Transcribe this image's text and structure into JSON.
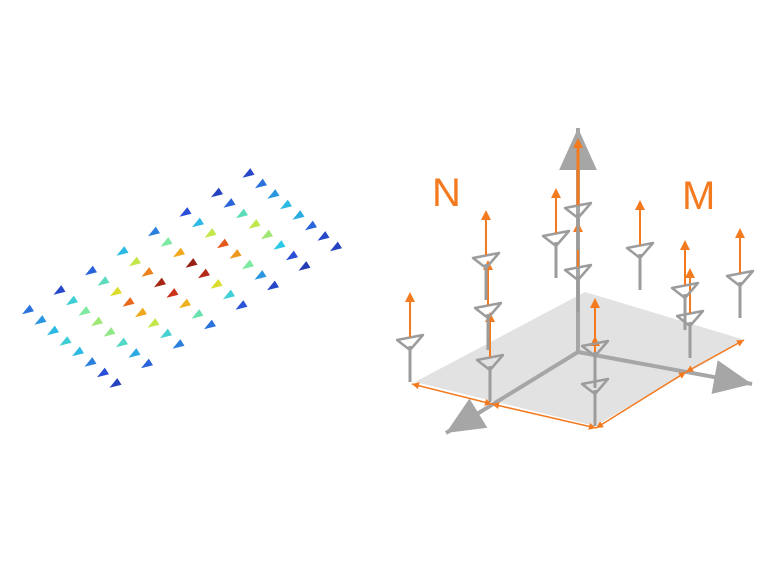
{
  "labels": {
    "n": "N",
    "m": "M"
  },
  "colors": {
    "accent": "#f47a20",
    "axis_gray": "#a6a6a6",
    "plane_fill": "#e2e2e2",
    "antenna_gray": "#9c9c9c",
    "heat_low": "#1b2a8c",
    "heat_high": "#8a1c12"
  },
  "heatmap_grid": {
    "rows": 8,
    "cols": 8,
    "intensity": [
      [
        0.2,
        0.12,
        0.18,
        0.3,
        0.22,
        0.15,
        0.1,
        0.12
      ],
      [
        0.25,
        0.35,
        0.4,
        0.55,
        0.45,
        0.3,
        0.18,
        0.2
      ],
      [
        0.3,
        0.45,
        0.6,
        0.75,
        0.7,
        0.55,
        0.4,
        0.25
      ],
      [
        0.35,
        0.5,
        0.78,
        0.95,
        0.98,
        0.8,
        0.55,
        0.3
      ],
      [
        0.3,
        0.48,
        0.7,
        0.88,
        0.92,
        0.72,
        0.5,
        0.28
      ],
      [
        0.22,
        0.38,
        0.55,
        0.68,
        0.6,
        0.45,
        0.32,
        0.18
      ],
      [
        0.15,
        0.28,
        0.36,
        0.42,
        0.35,
        0.25,
        0.15,
        0.12
      ],
      [
        0.1,
        0.18,
        0.22,
        0.2,
        0.16,
        0.12,
        0.08,
        0.1
      ]
    ]
  }
}
